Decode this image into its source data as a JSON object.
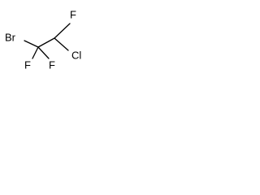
{
  "molecule": {
    "atoms": {
      "bromine": "Br",
      "fluorine_top": "F",
      "chlorine": "Cl",
      "fluorine_left": "F",
      "fluorine_right": "F"
    },
    "bond_color": "#000000",
    "label_color": "#000000",
    "background": "#ffffff"
  }
}
